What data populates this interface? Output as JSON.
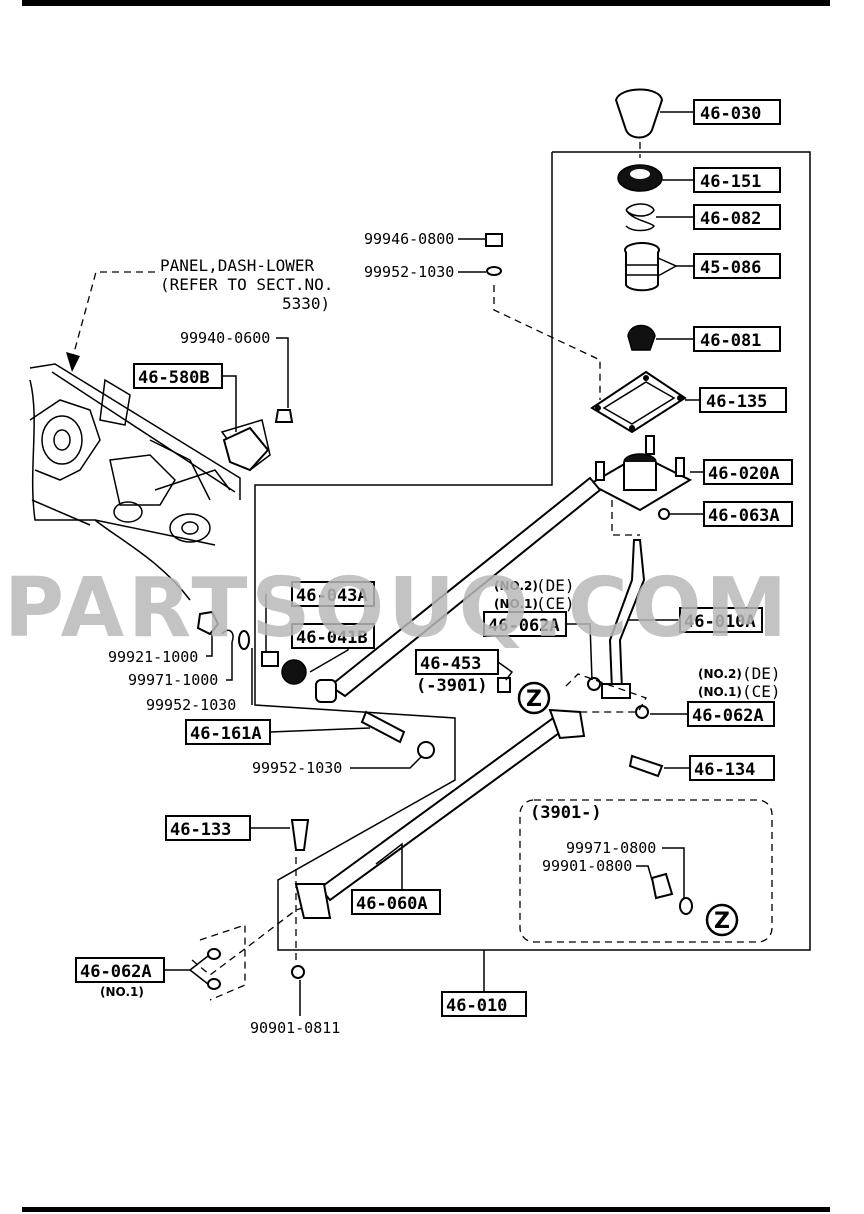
{
  "watermark": "PARTSOUQ.COM",
  "panel_note": {
    "line1": "PANEL,DASH-LOWER",
    "line2": "(REFER TO SECT.NO.",
    "line3": "5330)"
  },
  "callouts": {
    "c46_030": "46-030",
    "c46_151": "46-151",
    "c46_082": "46-082",
    "c45_086": "45-086",
    "c46_081": "46-081",
    "c46_135": "46-135",
    "c46_020a": "46-020A",
    "c46_063a": "46-063A",
    "c46_010a": "46-010A",
    "c46_062a_top": "46-062A",
    "c46_062a_right": "46-062A",
    "c46_062a_left": "46-062A",
    "c46_580b": "46-580B",
    "c46_043a": "46-043A",
    "c46_041b": "46-041B",
    "c46_453": "46-453",
    "c46_161a": "46-161A",
    "c46_134": "46-134",
    "c46_133": "46-133",
    "c46_060a": "46-060A",
    "c46_010": "46-010"
  },
  "qualifiers": {
    "top_no2": "(NO.2)",
    "top_de": "(DE)",
    "top_no1": "(NO.1)",
    "top_ce": "(CE)",
    "right_no2": "(NO.2)",
    "right_de": "(DE)",
    "right_no1": "(NO.1)",
    "right_ce": "(CE)",
    "left_no1": "(NO.1)",
    "p453_range": "(-3901)",
    "inset_range": "(3901-)"
  },
  "part_numbers": {
    "p99946_0800": "99946-0800",
    "p99952_1030_top": "99952-1030",
    "p99940_0600": "99940-0600",
    "p99921_1000": "99921-1000",
    "p99971_1000": "99971-1000",
    "p99952_1030_mid": "99952-1030",
    "p99952_1030_low": "99952-1030",
    "p99971_0800": "99971-0800",
    "p99901_0800": "99901-0800",
    "p90901_0811": "90901-0811"
  },
  "markers": {
    "z1": "Z",
    "z2": "Z"
  }
}
